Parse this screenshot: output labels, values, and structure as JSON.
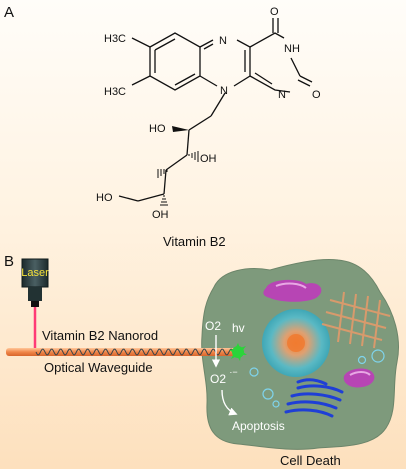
{
  "panels": {
    "a": "A",
    "b": "B"
  },
  "molecule": {
    "caption": "Vitamin B2",
    "atoms": {
      "ch3_top": "H3C",
      "ch3_bottom": "H3C",
      "n_top": "N",
      "n_bottom": "N",
      "n_right": "N",
      "nh": "NH",
      "o_top": "O",
      "o_right": "O",
      "ho_1": "HO",
      "oh_2": "OH",
      "ho_3": "HO",
      "oh_4": "OH"
    }
  },
  "device": {
    "laser_label": "Laser",
    "nanorod_label": "Vitamin B2 Nanorod",
    "waveguide_label": "Optical Waveguide"
  },
  "cell": {
    "o2_label": "O2",
    "hv_label": "hv",
    "superoxide_label": "O2",
    "superoxide_charge": "·−",
    "apoptosis_label": "Apoptosis",
    "caption": "Cell Death"
  },
  "colors": {
    "cell_body": "#7f9a7d",
    "nucleus": "#52b8c6",
    "nucleus_core": "#f08a3a",
    "waveguide": "#f0955a",
    "laser_beam": "#ff3f7a",
    "organelle_magenta": "#c04bbd",
    "er_blue": "#1f3fd6"
  }
}
